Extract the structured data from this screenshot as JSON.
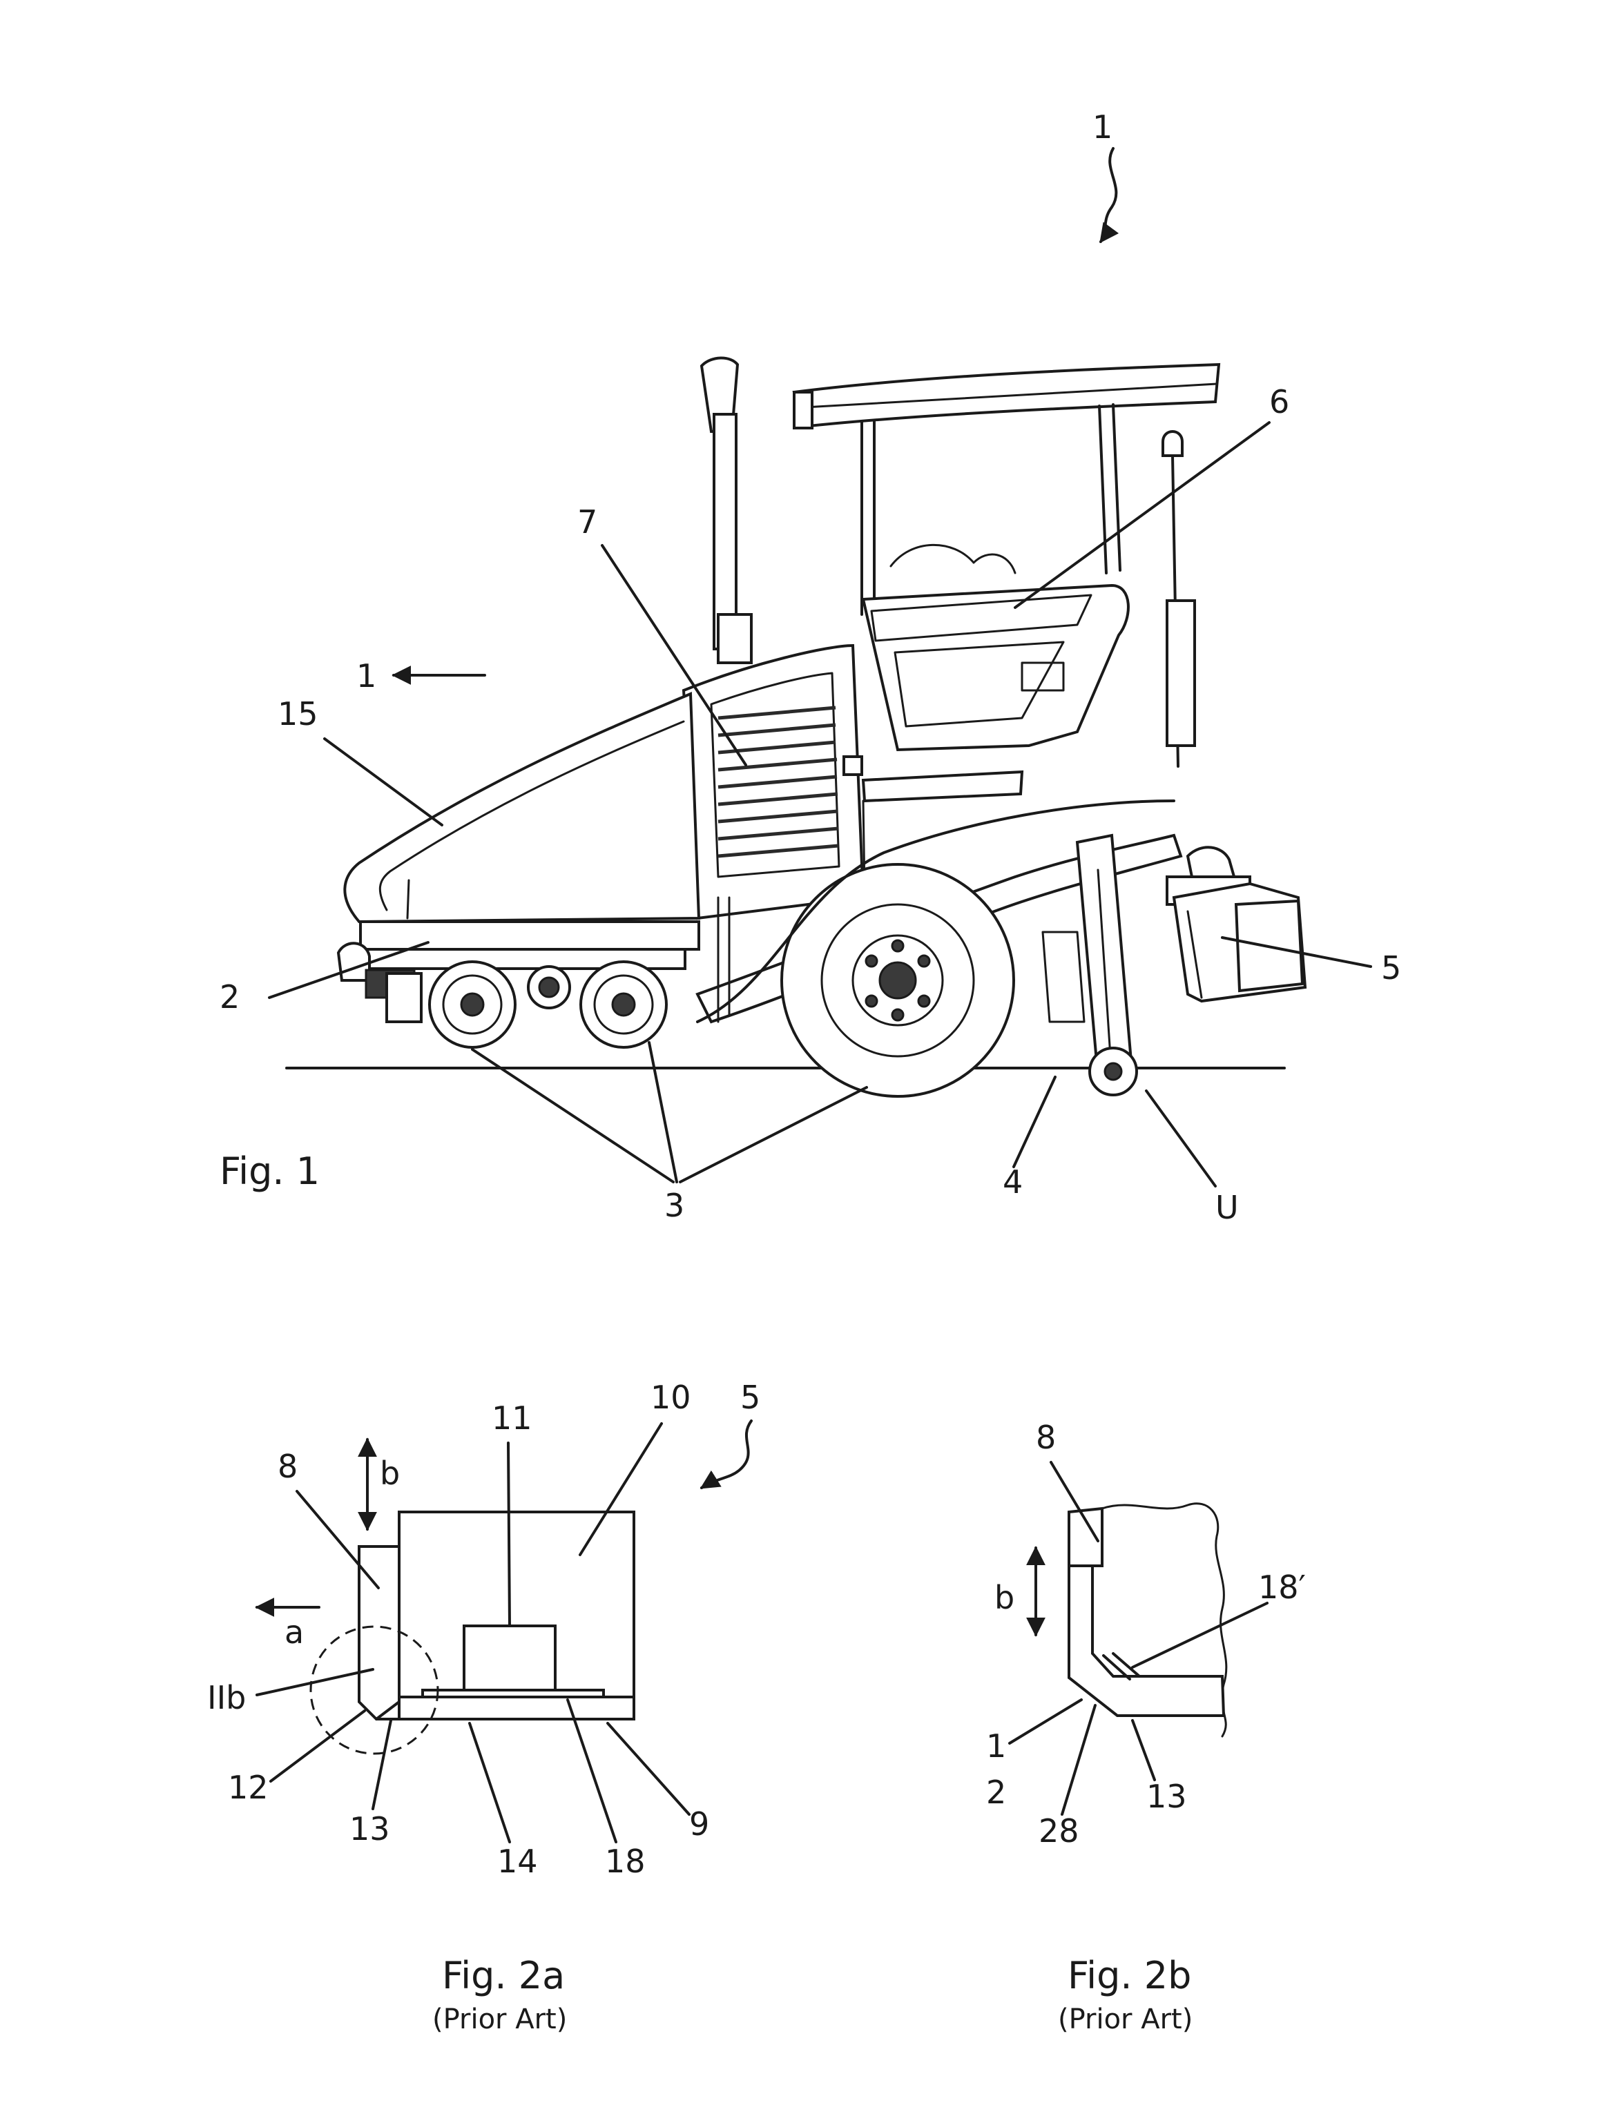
{
  "fig1": {
    "caption": "Fig. 1",
    "labels": {
      "machine": "1",
      "direction": "1",
      "hopper_front": "2",
      "wheels": "3",
      "roller": "4",
      "screed": "5",
      "operator_station": "6",
      "engine_hood": "7",
      "hopper": "15",
      "ground": "U"
    }
  },
  "fig2a": {
    "caption": "Fig. 2a",
    "subcaption": "(Prior Art)",
    "labels": {
      "screed": "5",
      "side_plate": "8",
      "bottom_plate": "9",
      "housing": "10",
      "heater": "11",
      "edge": "12",
      "corner": "13",
      "skid": "14",
      "insulation": "18",
      "detail_ref": "IIb",
      "dir_a": "a",
      "dir_b": "b"
    }
  },
  "fig2b": {
    "caption": "Fig. 2b",
    "subcaption": "(Prior Art)",
    "labels": {
      "side_plate": "8",
      "insulation": "18′",
      "label_1": "1",
      "label_2": "2",
      "label_28": "28",
      "corner": "13",
      "dir_b": "b"
    }
  }
}
